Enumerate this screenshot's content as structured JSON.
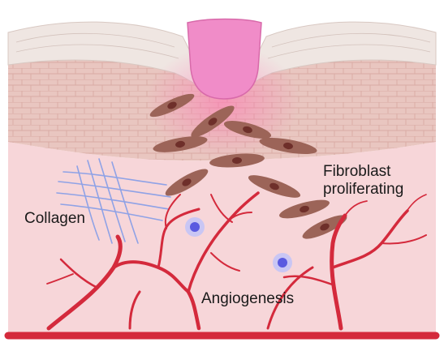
{
  "labels": {
    "collagen": "Collagen",
    "fibroblast_line1": "Fibroblast",
    "fibroblast_line2": "proliferating",
    "angiogenesis": "Angiogenesis"
  },
  "colors": {
    "background": "#ffffff",
    "dermis": "#f7d6d9",
    "epidermis": "#e9c6c0",
    "stratum_corneum": "#efe6e2",
    "wound_clot": "#f08cc8",
    "fibroblast": "#9c6458",
    "fibroblast_nucleus": "#6e2f2a",
    "vessel": "#d42a3c",
    "collagen_fiber": "#8fa2e6",
    "immune_cell": "#5a5ae0"
  },
  "icons": [
    "fibroblast-cell-icon",
    "immune-cell-icon",
    "blood-vessel-icon",
    "collagen-fiber-icon",
    "wound-clot-icon"
  ]
}
